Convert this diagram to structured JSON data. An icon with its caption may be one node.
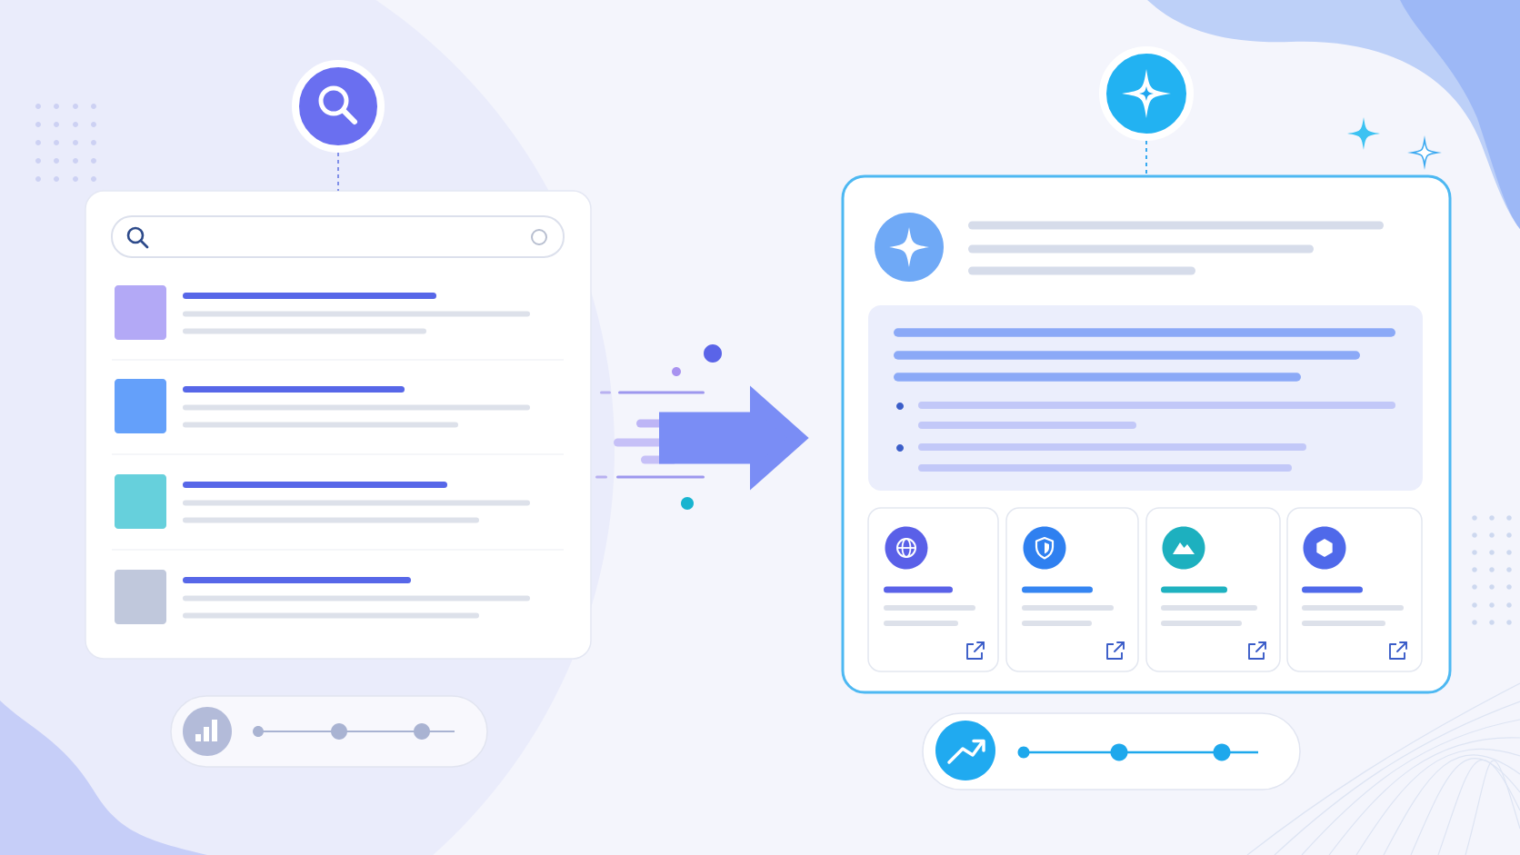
{
  "diagram": {
    "nodes": [
      {
        "text": [],
        "shape": "box"
      },
      {
        "text": [],
        "shape": "circle"
      },
      {
        "text": [],
        "shape": "box"
      },
      {
        "text": [],
        "shape": "circle"
      }
    ],
    "edges": [
      {
        "from": 1,
        "to": 0,
        "arrow": "none",
        "style": "dashed",
        "color": "#8190e8"
      },
      {
        "from": 3,
        "to": 2,
        "arrow": "none",
        "style": "dashed",
        "color": "#38aaf0"
      },
      {
        "from": 0,
        "to": 2,
        "arrow": "to",
        "style": "thick",
        "color": "#7a8df5"
      }
    ]
  }
}
